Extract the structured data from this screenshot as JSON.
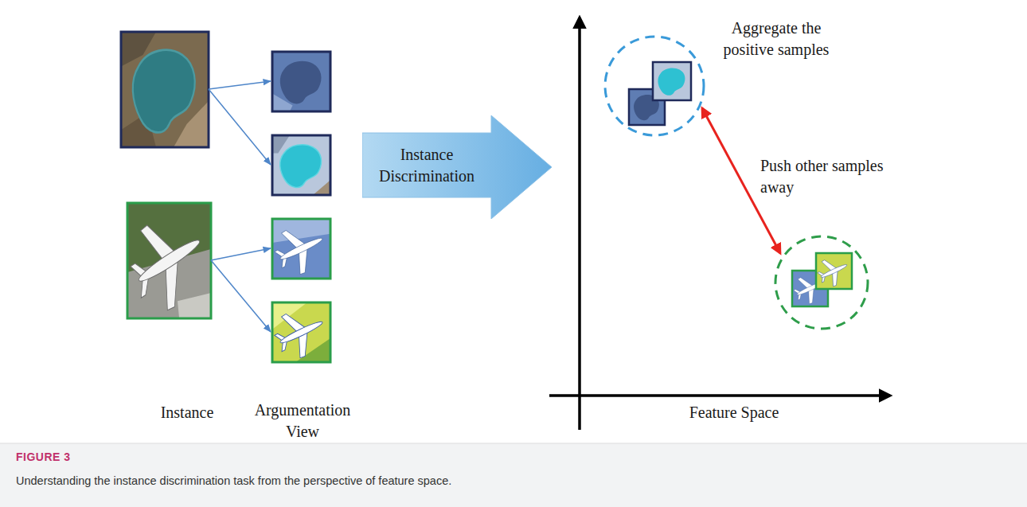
{
  "diagram": {
    "caption": "Understanding the instance discrimination task from the perspective of feature space.",
    "nodes": [
      {
        "text": [
          "Instance Discrimination"
        ]
      }
    ],
    "labels": [
      "Aggregate the positive samples",
      "Push other samples away",
      "Instance",
      "Argumentation View",
      "Feature Space",
      "FIGURE 3"
    ]
  }
}
